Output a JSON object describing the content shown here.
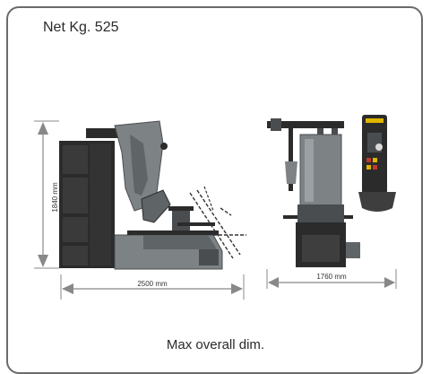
{
  "net_weight_label": "Net Kg. 525",
  "caption": "Max overall dim.",
  "dimensions": {
    "height": "1840 mm",
    "depth": "2500 mm",
    "width": "1760 mm"
  },
  "colors": {
    "frame": "#6b6b6b",
    "machine_body": "#7d8285",
    "machine_dark": "#4a4d50",
    "column_black": "#2b2b2b",
    "accent_yellow": "#e0b400",
    "dimension_line": "#888888"
  }
}
